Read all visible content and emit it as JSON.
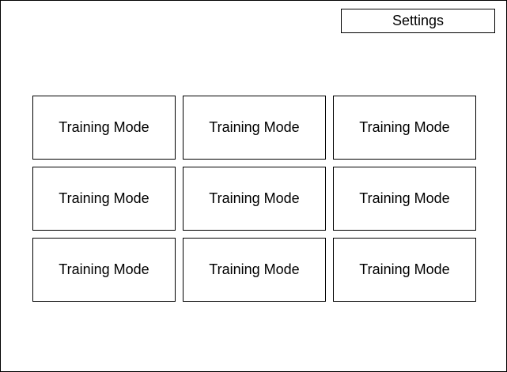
{
  "header": {
    "settings_label": "Settings"
  },
  "tiles": [
    {
      "label": "Training Mode"
    },
    {
      "label": "Training Mode"
    },
    {
      "label": "Training Mode"
    },
    {
      "label": "Training Mode"
    },
    {
      "label": "Training Mode"
    },
    {
      "label": "Training Mode"
    },
    {
      "label": "Training Mode"
    },
    {
      "label": "Training Mode"
    },
    {
      "label": "Training Mode"
    }
  ]
}
